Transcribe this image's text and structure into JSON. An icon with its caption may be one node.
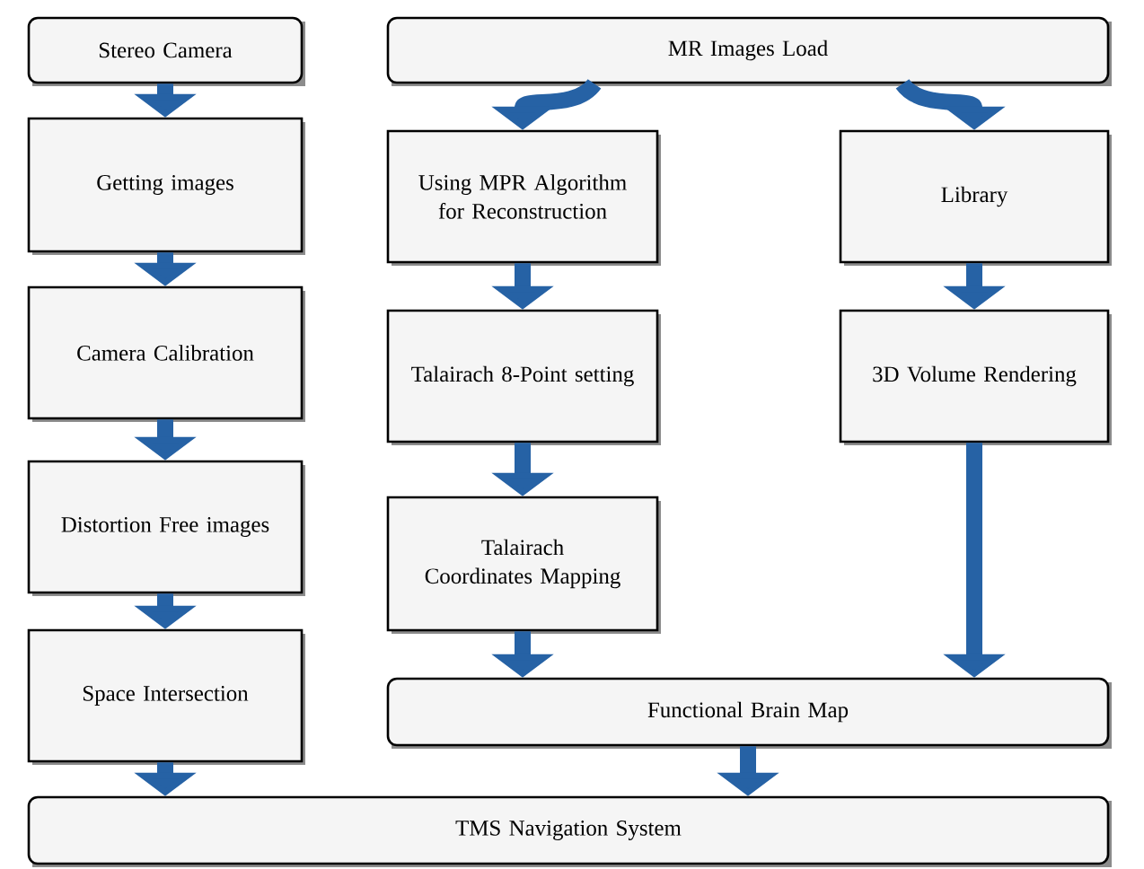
{
  "diagram": {
    "nodes": [
      {
        "text": [
          "Stereo Camera"
        ]
      },
      {
        "text": [
          "Getting images"
        ]
      },
      {
        "text": [
          "Camera Calibration"
        ]
      },
      {
        "text": [
          "Distortion Free images"
        ]
      },
      {
        "text": [
          "Space Intersection"
        ]
      },
      {
        "text": [
          "MR Images Load"
        ]
      },
      {
        "text": [
          "Using MPR Algorithm for Reconstruction"
        ]
      },
      {
        "text": [
          "Library"
        ]
      },
      {
        "text": [
          "Talairach 8-Point setting"
        ]
      },
      {
        "text": [
          "3D Volume Rendering"
        ]
      },
      {
        "text": [
          "Talairach Coordinates Mapping"
        ]
      },
      {
        "text": [
          "Functional Brain Map"
        ]
      },
      {
        "text": [
          "TMS Navigation System"
        ]
      }
    ],
    "edges": [
      {
        "from": 0,
        "to": 1,
        "arrow": "to"
      },
      {
        "from": 1,
        "to": 2,
        "arrow": "to"
      },
      {
        "from": 2,
        "to": 3,
        "arrow": "to"
      },
      {
        "from": 3,
        "to": 4,
        "arrow": "to"
      },
      {
        "from": 4,
        "to": 12,
        "arrow": "to"
      },
      {
        "from": 5,
        "to": 6,
        "arrow": "to"
      },
      {
        "from": 5,
        "to": 7,
        "arrow": "to"
      },
      {
        "from": 6,
        "to": 8,
        "arrow": "to"
      },
      {
        "from": 8,
        "to": 10,
        "arrow": "to"
      },
      {
        "from": 10,
        "to": 11,
        "arrow": "to"
      },
      {
        "from": 7,
        "to": 9,
        "arrow": "to"
      },
      {
        "from": 9,
        "to": 11,
        "arrow": "to"
      },
      {
        "from": 11,
        "to": 12,
        "arrow": "to"
      }
    ]
  }
}
